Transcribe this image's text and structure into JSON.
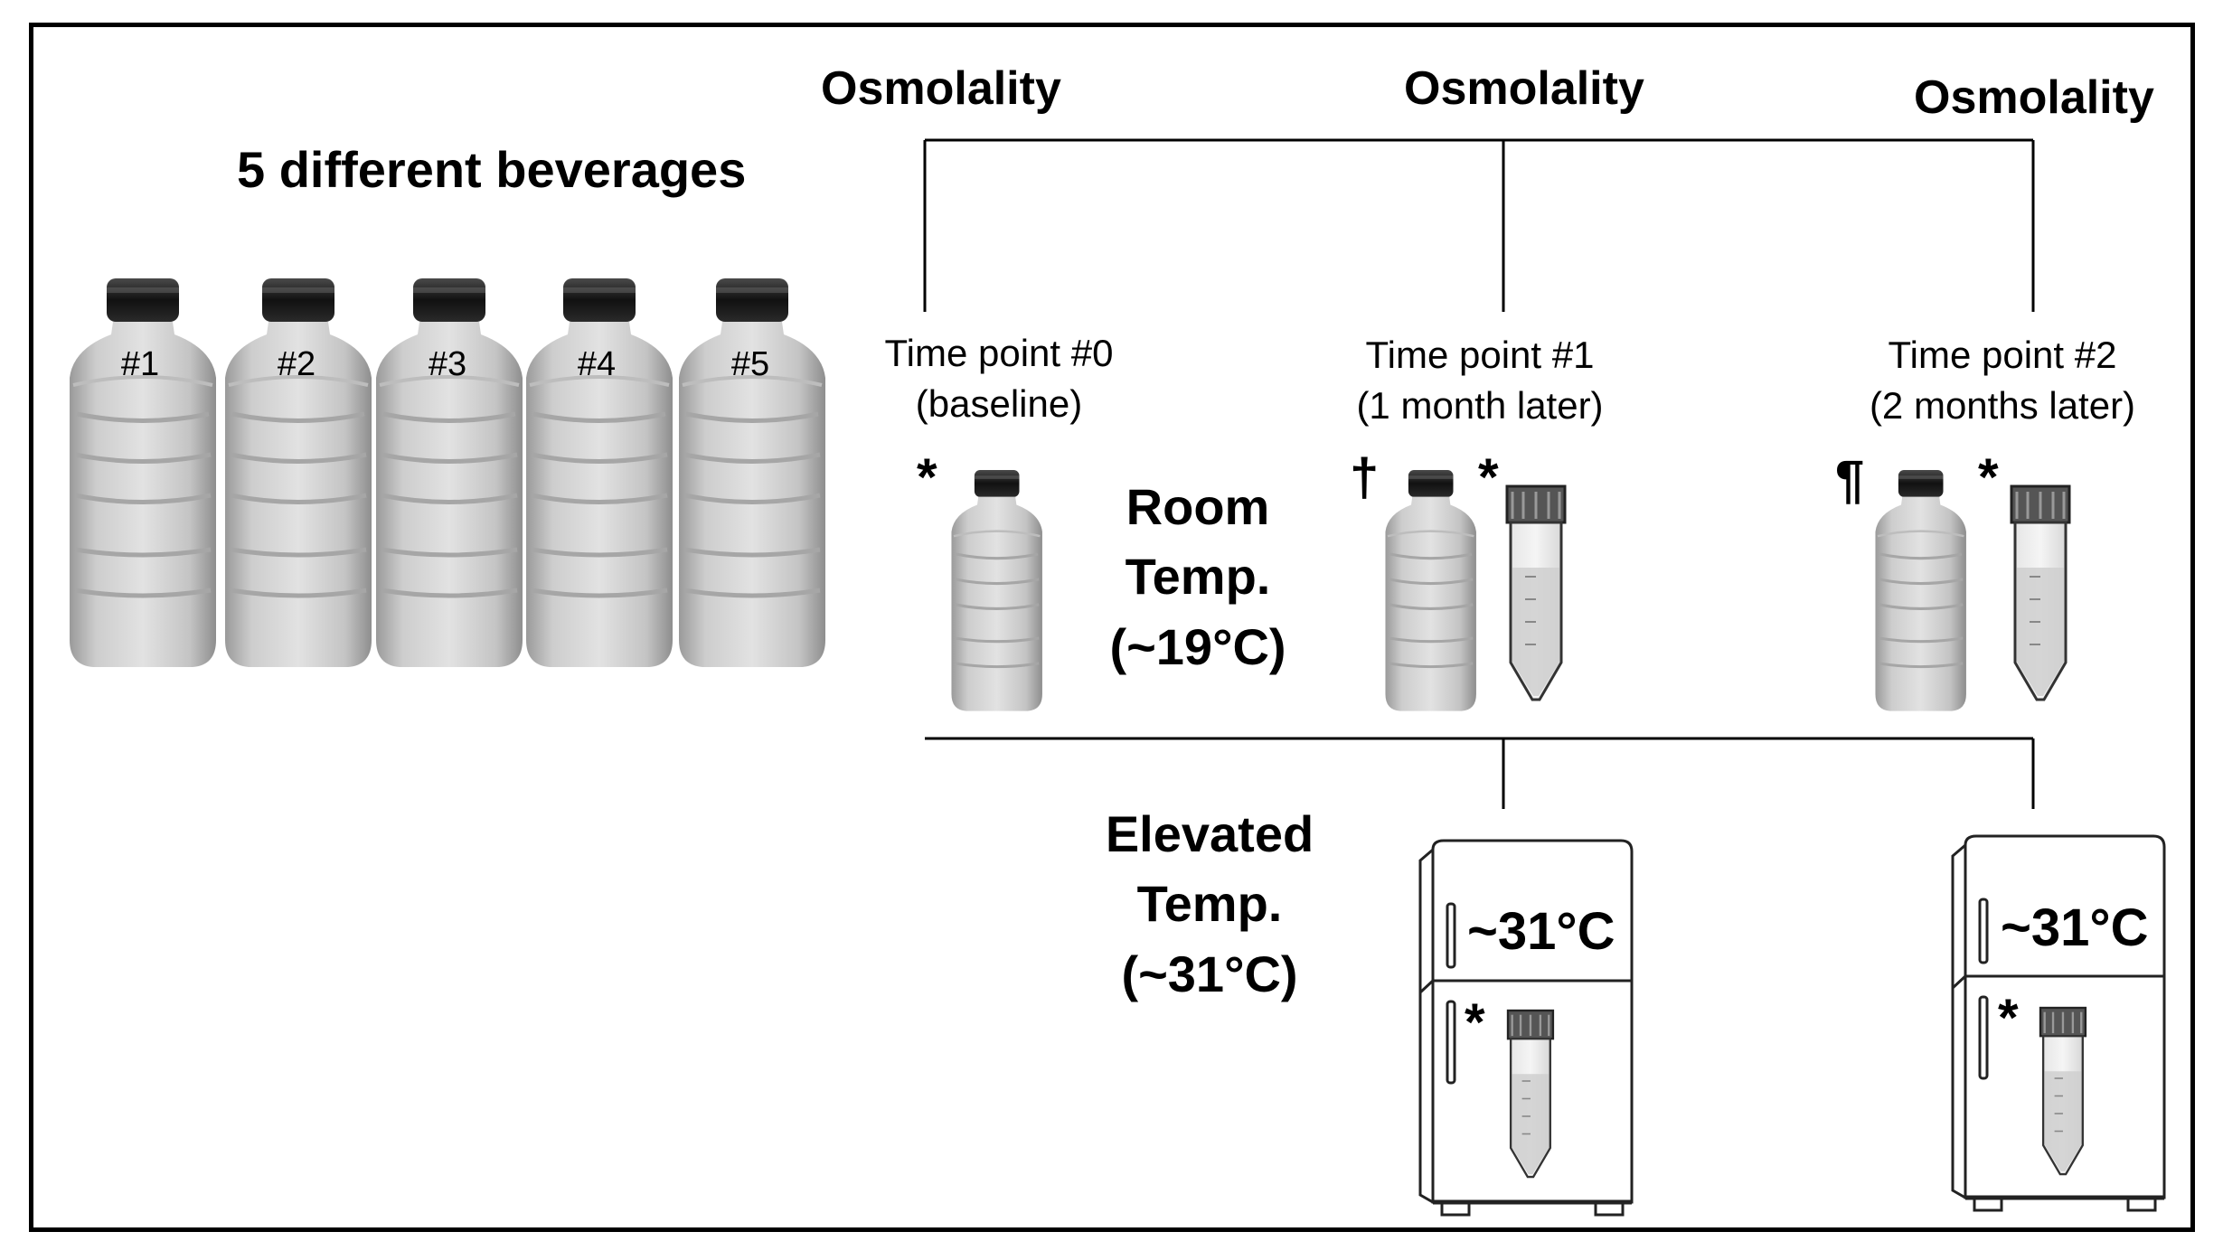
{
  "title": "5 different beverages",
  "bottles": [
    "#1",
    "#2",
    "#3",
    "#4",
    "#5"
  ],
  "osmolality_labels": [
    "Osmolality",
    "Osmolality",
    "Osmolality"
  ],
  "time_points": [
    {
      "label": "Time point #0",
      "sub": "(baseline)"
    },
    {
      "label": "Time point #1",
      "sub": "(1 month later)"
    },
    {
      "label": "Time point #2",
      "sub": "(2 months later)"
    }
  ],
  "room": {
    "line1": "Room",
    "line2": "Temp.",
    "line3": "(~19°C)"
  },
  "elevated": {
    "line1": "Elevated",
    "line2": "Temp.",
    "line3": "(~31°C)"
  },
  "fridge_temp": [
    "~31°C",
    "~31°C"
  ],
  "symbols": {
    "asterisk": "*",
    "dagger": "†",
    "pilcrow": "¶"
  },
  "icons": [
    "bottle-icon",
    "centrifuge-tube-icon",
    "refrigerator-icon"
  ]
}
